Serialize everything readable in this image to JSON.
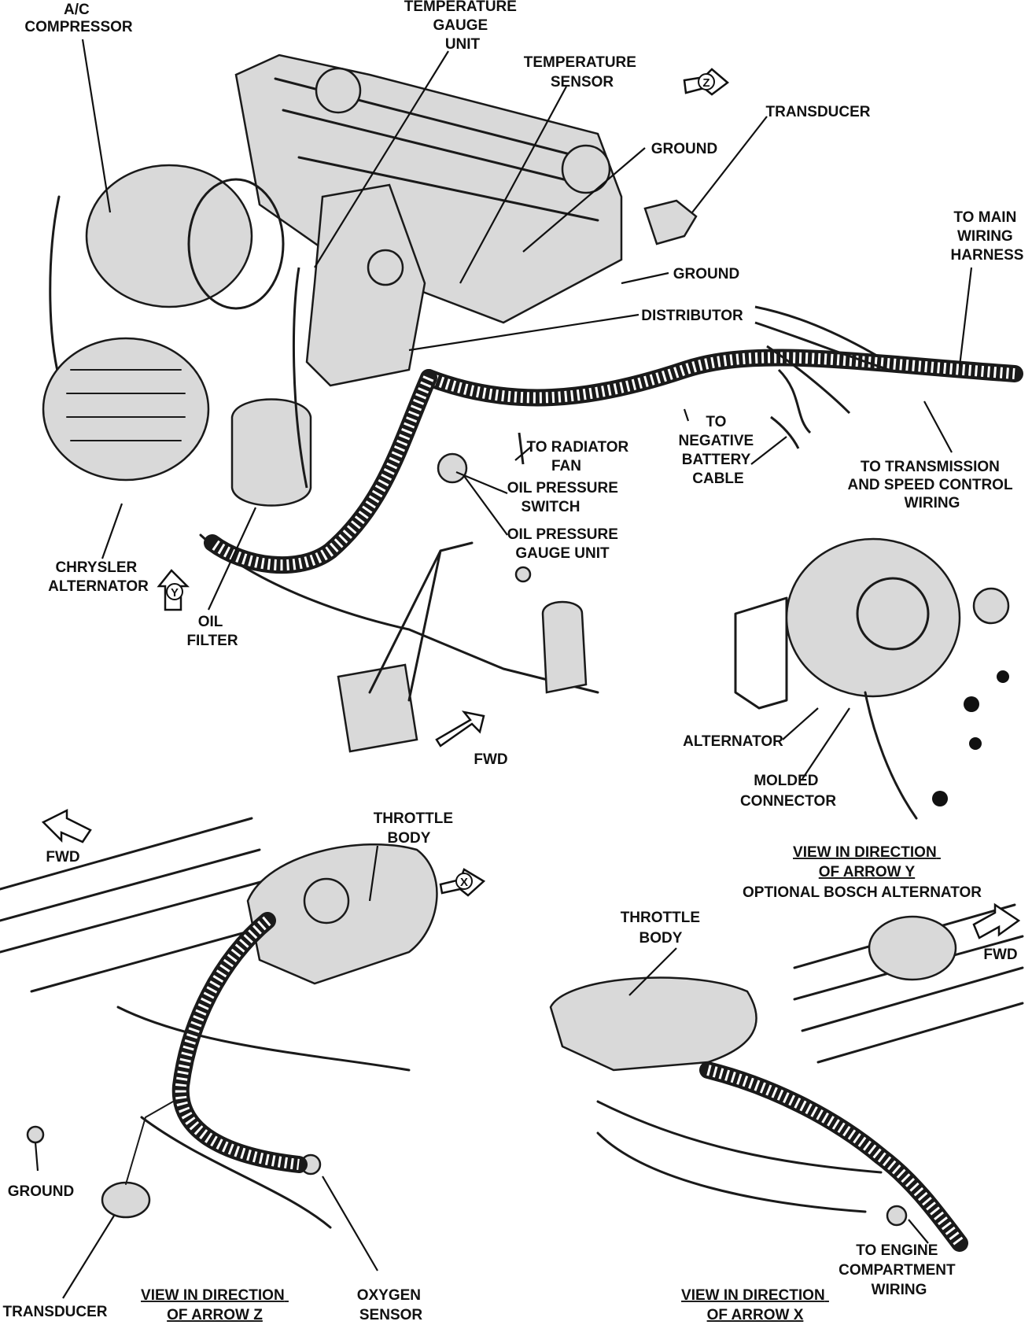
{
  "labels": {
    "ac_compressor": [
      "A/C",
      "COMPRESSOR"
    ],
    "temp_gauge_unit": [
      "TEMPERATURE",
      "GAUGE",
      "UNIT"
    ],
    "temp_sensor": [
      "TEMPERATURE",
      "SENSOR"
    ],
    "arrow_z": "Z",
    "transducer_top": "TRANSDUCER",
    "ground_1": "GROUND",
    "main_harness": [
      "TO MAIN",
      "WIRING",
      "HARNESS"
    ],
    "ground_2": "GROUND",
    "distributor": "DISTRIBUTOR",
    "neg_battery": [
      "TO",
      "NEGATIVE",
      "BATTERY",
      "CABLE"
    ],
    "radiator_fan": [
      "TO RADIATOR",
      "FAN"
    ],
    "transmission": [
      "TO TRANSMISSION",
      "AND SPEED CONTROL",
      "WIRING"
    ],
    "oil_switch": [
      "OIL PRESSURE",
      "SWITCH"
    ],
    "oil_gauge": [
      "OIL PRESSURE",
      "GAUGE UNIT"
    ],
    "chrysler_alt": [
      "CHRYSLER",
      "ALTERNATOR"
    ],
    "arrow_y": "Y",
    "oil_filter": [
      "OIL",
      "FILTER"
    ],
    "fwd_1": "FWD",
    "alternator": "ALTERNATOR",
    "molded": [
      "MOLDED",
      "CONNECTOR"
    ],
    "view_y": [
      "VIEW IN DIRECTION",
      "OF ARROW Y"
    ],
    "view_y_sub": "OPTIONAL BOSCH ALTERNATOR",
    "fwd_2": "FWD",
    "throttle_1": [
      "THROTTLE",
      "BODY"
    ],
    "arrow_x": "X",
    "throttle_2": [
      "THROTTLE",
      "BODY"
    ],
    "fwd_3": "FWD",
    "ground_3": "GROUND",
    "transducer_bottom": "TRANSDUCER",
    "view_z": [
      "VIEW IN DIRECTION",
      "OF ARROW Z"
    ],
    "oxygen": [
      "OXYGEN",
      "SENSOR"
    ],
    "engine_wiring": [
      "TO ENGINE",
      "COMPARTMENT",
      "WIRING"
    ],
    "view_x": [
      "VIEW IN DIRECTION",
      "OF ARROW X"
    ]
  }
}
